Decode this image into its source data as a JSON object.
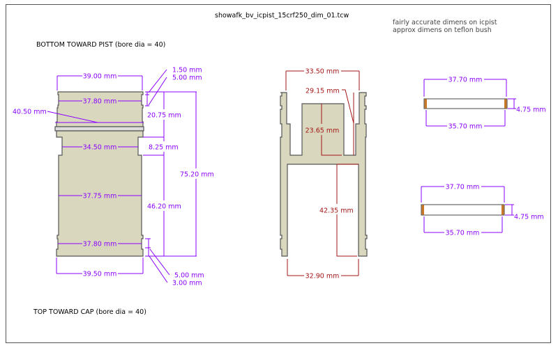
{
  "title": "showafk_bv_icpist_15crf250_dim_01.tcw",
  "notes": [
    "fairly accurate dimens on icpist",
    "approx dimens on teflon bush"
  ],
  "labels": {
    "bottom": "BOTTOM  TOWARD PIST (bore dia = 40)",
    "top": "TOP TOWARD CAP  (bore dia = 40)"
  },
  "colors": {
    "dim_purple": "#8a00ff",
    "dim_red": "#a31515",
    "part_fill": "#d9d8bf",
    "bush_cap": "#c87828"
  },
  "piston_dims": {
    "top_width": "39.00 mm",
    "top_groove": "37.80 mm",
    "ring": "40.50 mm",
    "neck": "34.50 mm",
    "body": "37.75 mm",
    "bottom_groove": "37.80 mm",
    "bottom_width": "39.50 mm",
    "top_step": "1.50 mm",
    "top_groove_h": "5.00 mm",
    "upper_h": "20.75 mm",
    "neck_h": "8.25 mm",
    "body_h": "46.20 mm",
    "total_h": "75.20 mm",
    "bottom_groove_h": "5.00 mm",
    "bottom_step": "3.00 mm"
  },
  "section_dims": {
    "outer_top": "33.50 mm",
    "inner_top": "29.15 mm",
    "post_h": "23.65 mm",
    "skirt_h": "42.35 mm",
    "skirt_w": "32.90 mm"
  },
  "bushes": [
    {
      "outer": "37.70 mm",
      "inner": "35.70 mm",
      "height": "4.75 mm"
    },
    {
      "outer": "37.70 mm",
      "inner": "35.70 mm",
      "height": "4.75 mm"
    }
  ]
}
